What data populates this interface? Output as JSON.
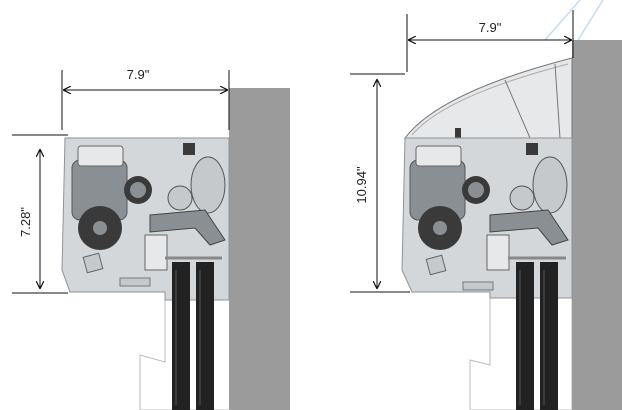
{
  "diagram": {
    "left_unit": {
      "width_label": "7.9\"",
      "height_label": "7.28\""
    },
    "right_unit": {
      "width_label": "7.9\"",
      "height_label": "10.94\""
    }
  },
  "colors": {
    "wall": "#9b9b9b",
    "housing": "#d3d7da",
    "dark_part": "#3a3a3a",
    "mid_part": "#8a8f93",
    "light_part": "#c5c9cc",
    "cover": "#e6e8ea",
    "roller": "#222222",
    "accent_lines": "#c7dcef"
  }
}
